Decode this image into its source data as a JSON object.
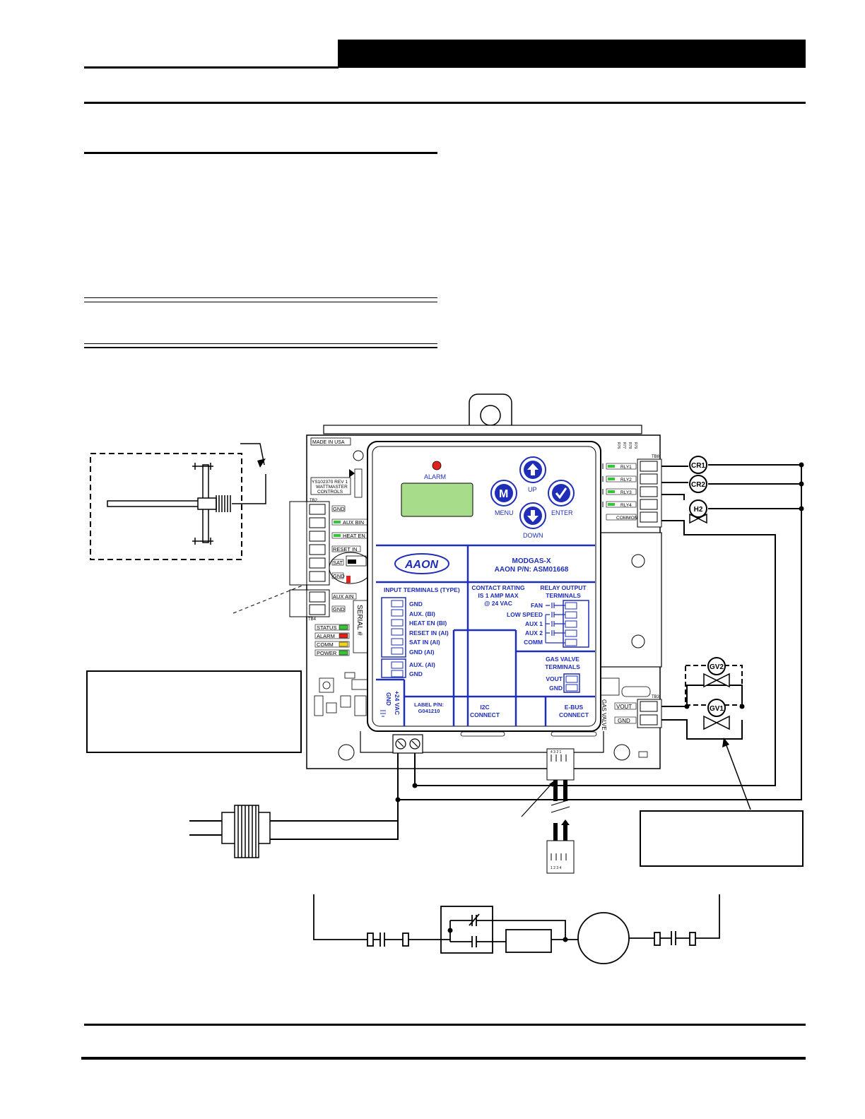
{
  "controller": {
    "alarm_label": "ALARM",
    "keys": {
      "menu": "MENU",
      "up": "UP",
      "enter": "ENTER",
      "down": "DOWN",
      "m_glyph": "M"
    },
    "logo": "AAON",
    "model": "MODGAS-X",
    "part_number": "AAON P/N: ASM01668",
    "input_header": "INPUT TERMINALS (TYPE)",
    "inputs": [
      "GND",
      "AUX. (BI)",
      "HEAT EN (BI)",
      "RESET IN (AI)",
      "SAT IN (AI)",
      "GND (AI)"
    ],
    "aux_inputs": [
      "AUX. (AI)",
      "GND"
    ],
    "contact_rating": [
      "CONTACT RATING",
      "IS 1 AMP MAX",
      "@ 24 VAC"
    ],
    "relay_header": [
      "RELAY OUTPUT",
      "TERMINALS"
    ],
    "relays": [
      "FAN",
      "LOW SPEED",
      "AUX 1",
      "AUX 2",
      "COMM"
    ],
    "gas_valve_header": [
      "GAS VALVE",
      "TERMINALS"
    ],
    "gas_valve_terms": [
      "VOUT",
      "GND"
    ],
    "power_labels": [
      "GND",
      "+24 VAC"
    ],
    "label_pn": [
      "LABEL P/N:",
      "G041210"
    ],
    "i2c": [
      "I2C",
      "CONNECT"
    ],
    "ebus": [
      "E-BUS",
      "CONNECT"
    ]
  },
  "board": {
    "made_in": "MADE IN USA",
    "rev": "YS102370 REV 1",
    "brand": [
      "WATTMASTER",
      "CONTROLS"
    ],
    "tb2": "TB2",
    "tb3": "TB3",
    "tb4": "TB4",
    "tb8": "TB8",
    "left_terms": [
      "GND",
      "AUX BIN",
      "HEAT EN",
      "RESET IN",
      "SAT",
      "GND"
    ],
    "aux_ain": [
      "AUX AIN",
      "GND"
    ],
    "leds": [
      "STATUS",
      "ALARM",
      "COMM",
      "POWER"
    ],
    "serial": "SERIAL #",
    "relay_terms": [
      "RLY1",
      "RLY2",
      "RLY3",
      "RLY4",
      "COMMON"
    ],
    "gas_label": "GAS VALVE",
    "gas_terms": [
      "VOUT",
      "GND"
    ]
  },
  "devices": {
    "cr1": "CR1",
    "cr2": "CR2",
    "h2": "H2",
    "gv2": "GV2",
    "gv1": "GV1"
  },
  "colors": {
    "controller_blue": "#1e2eb8",
    "lcd_green": "#a7dc8a",
    "alarm_red": "#e0231a"
  }
}
